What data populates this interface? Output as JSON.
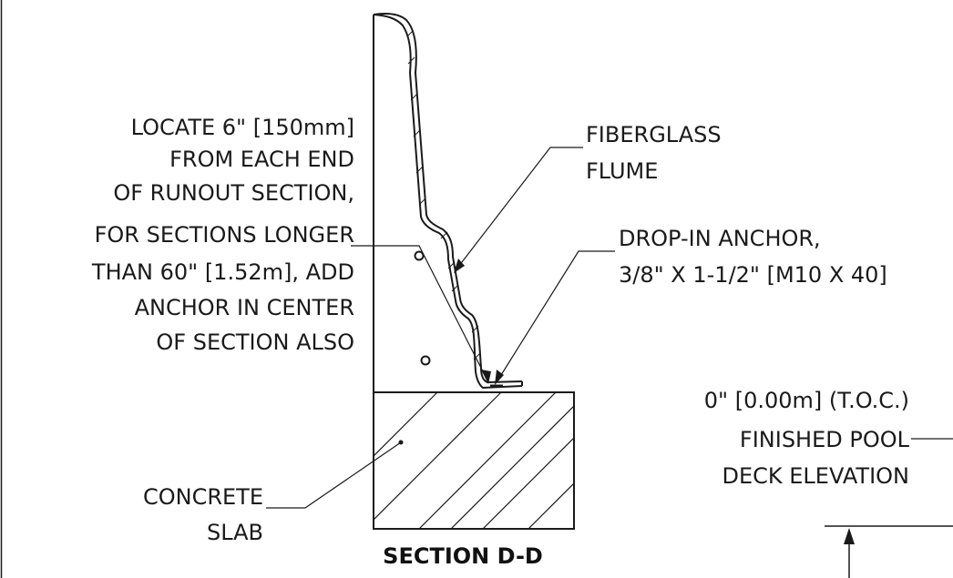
{
  "section_title": "SECTION D-D",
  "notes": {
    "locate": [
      "LOCATE 6\" [150mm]",
      "FROM EACH END",
      "OF RUNOUT SECTION,",
      "FOR SECTIONS LONGER",
      "THAN 60\" [1.52m], ADD",
      "ANCHOR IN CENTER",
      "OF SECTION ALSO"
    ],
    "flume": [
      "FIBERGLASS",
      "FLUME"
    ],
    "anchor": [
      "DROP-IN ANCHOR,",
      "3/8\" X 1-1/2\" [M10 X 40]"
    ],
    "deck": [
      "0\" [0.00m] (T.O.C.)",
      "FINISHED POOL",
      "DECK ELEVATION"
    ],
    "slab": [
      "CONCRETE",
      "SLAB"
    ]
  },
  "colors": {
    "line": "#1a1a1a",
    "background": "#ffffff"
  }
}
